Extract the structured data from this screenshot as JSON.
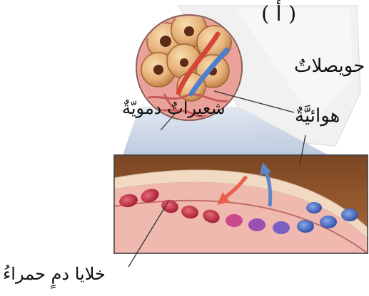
{
  "panel_label": "( أ )",
  "labels": {
    "alveoli_line1": "حويصلاتٌ",
    "alveoli_line2": "هوائيَّةٌ",
    "capillaries": "شعيراتٌ دمويّةٌ",
    "red_blood_cells": "خلايا دمٍ حمراءُ"
  },
  "colors": {
    "tissue_outer": "#e9a199",
    "alveolus": "#d89a5c",
    "capillary_wall": "#d9837e",
    "vessel_band": "#f2d9c2",
    "red_cell": "#c83a4a",
    "blue_cell": "#4a6fc8",
    "arrow_oxygen": "#e8604a",
    "arrow_co2": "#5b86c9"
  }
}
